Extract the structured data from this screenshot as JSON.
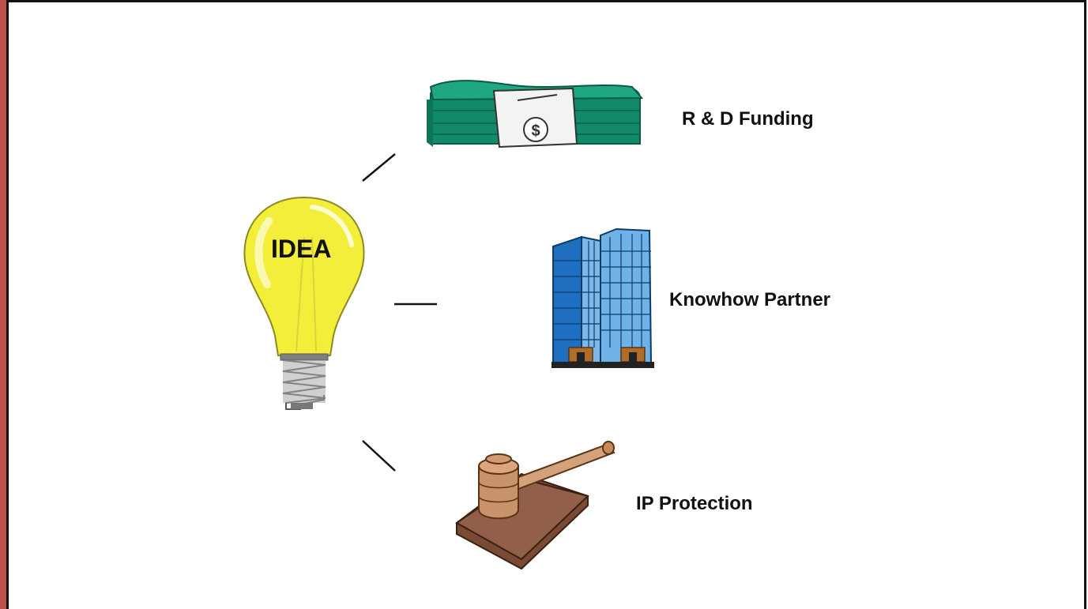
{
  "diagram": {
    "center": {
      "label": "IDEA",
      "icon": "lightbulb-icon",
      "color": "#f2ee3a"
    },
    "nodes": [
      {
        "id": "funding",
        "label": "R & D Funding",
        "icon": "money-stack-icon",
        "color": "#1a8a6a"
      },
      {
        "id": "partner",
        "label": "Knowhow Partner",
        "icon": "office-buildings-icon",
        "color": "#2a8fd0"
      },
      {
        "id": "ip",
        "label": "IP Protection",
        "icon": "gavel-icon",
        "color": "#8a5a3c"
      }
    ]
  },
  "colors": {
    "accent": "#c0504d",
    "frame": "#111111"
  }
}
